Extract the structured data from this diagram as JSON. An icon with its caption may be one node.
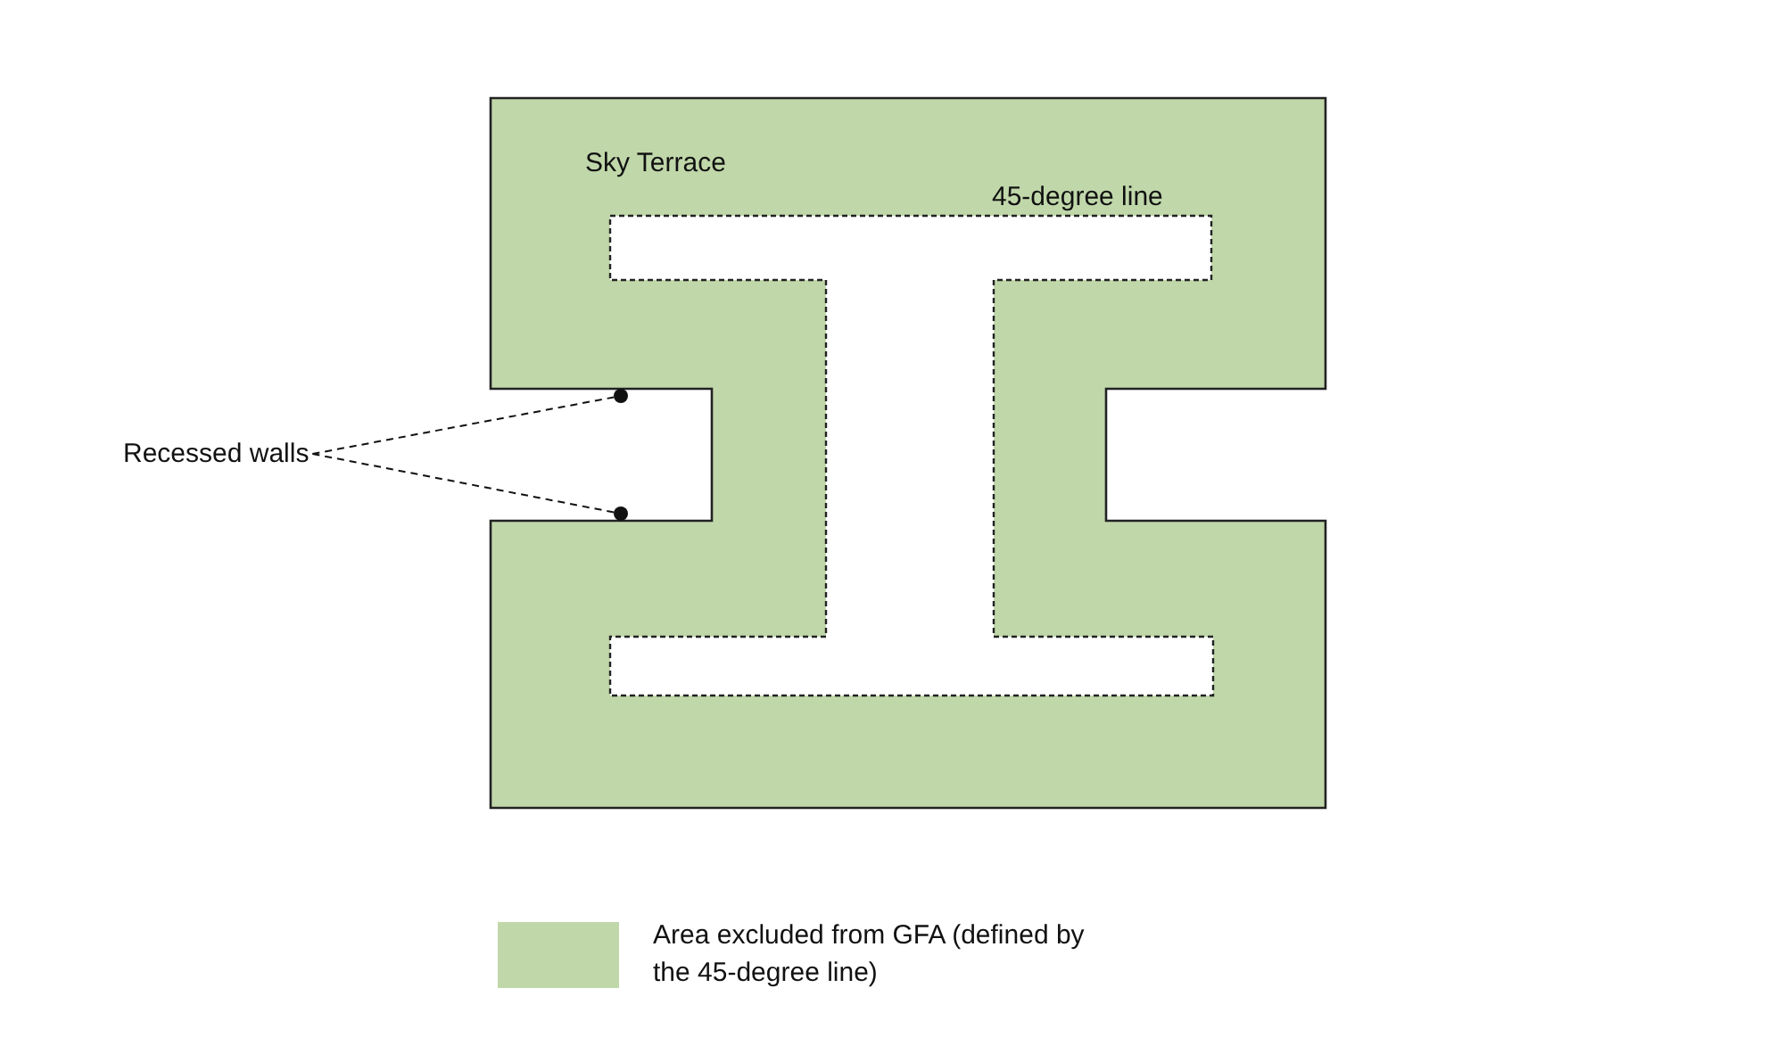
{
  "diagram": {
    "nodes": [
      {
        "text": [
          "Recessed walls"
        ]
      },
      {
        "text": [],
        "shape": "circle"
      },
      {
        "text": [],
        "shape": "circle"
      }
    ],
    "edges": [
      {
        "from": 0,
        "to": 1,
        "arrow": "none",
        "style": "dashed"
      },
      {
        "from": 0,
        "to": 2,
        "arrow": "none",
        "style": "dashed"
      }
    ],
    "labels": [
      "Sky Terrace",
      "45-degree line"
    ],
    "legend": [
      {
        "text": "Area excluded from GFA (defined by the 45-degree line)",
        "color": "#c0d7aa"
      }
    ]
  }
}
